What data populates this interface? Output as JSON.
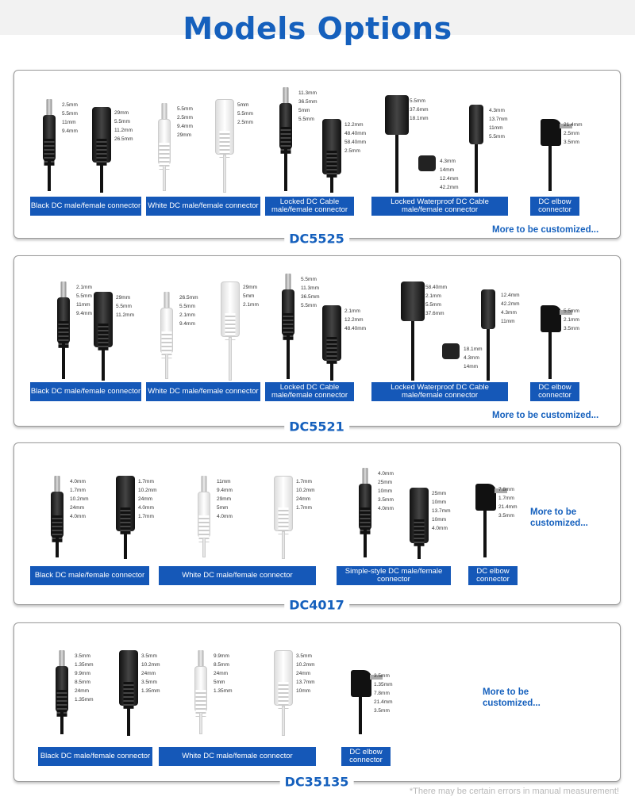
{
  "title": "Models Options",
  "colors": {
    "accent": "#1560bd",
    "label_bg": "#1558b8",
    "border": "#9a9a9a",
    "note": "#b8b8b8"
  },
  "sections": [
    {
      "code": "DC5525",
      "labels": [
        "Black DC male/female connector",
        "White DC male/female connector",
        "Locked DC Cable male/female connector",
        "Locked Waterproof DC Cable male/female connector",
        "DC elbow connector"
      ],
      "more": "More to be customized...",
      "dims": [
        "2.5mm",
        "5.5mm",
        "11mm",
        "9.4mm",
        "29mm",
        "5.5mm",
        "11.2mm",
        "26.5mm",
        "5.5mm",
        "2.5mm",
        "9.4mm",
        "29mm",
        "5mm",
        "5.5mm",
        "2.5mm",
        "11.3mm",
        "36.5mm",
        "5mm",
        "5.5mm",
        "12.2mm",
        "48.40mm",
        "58.40mm",
        "2.5mm",
        "5.5mm",
        "37.6mm",
        "18.1mm",
        "4.3mm",
        "14mm",
        "12.4mm",
        "42.2mm",
        "4.3mm",
        "13.7mm",
        "11mm",
        "5.5mm",
        "21.4mm",
        "2.5mm",
        "3.5mm"
      ]
    },
    {
      "code": "DC5521",
      "labels": [
        "Black DC male/female connector",
        "White DC male/female connector",
        "Locked DC Cable male/female connector",
        "Locked Waterproof DC Cable male/female connector",
        "DC elbow connector"
      ],
      "more": "More to be customized...",
      "dims": [
        "2.1mm",
        "5.5mm",
        "11mm",
        "9.4mm",
        "29mm",
        "5.5mm",
        "11.2mm",
        "26.5mm",
        "5.5mm",
        "2.1mm",
        "9.4mm",
        "29mm",
        "5mm",
        "2.1mm",
        "5.5mm",
        "11.3mm",
        "36.5mm",
        "5.5mm",
        "2.1mm",
        "12.2mm",
        "48.40mm",
        "58.40mm",
        "2.1mm",
        "5.5mm",
        "37.6mm",
        "18.1mm",
        "4.3mm",
        "14mm",
        "12.4mm",
        "42.2mm",
        "4.3mm",
        "11mm",
        "5.5mm",
        "2.1mm",
        "3.5mm"
      ]
    },
    {
      "code": "DC4017",
      "labels": [
        "Black DC male/female connector",
        "White DC male/female connector",
        "Simple-style DC male/female connector",
        "DC elbow connector"
      ],
      "more": "More to be customized...",
      "dims": [
        "4.0mm",
        "1.7mm",
        "10.2mm",
        "24mm",
        "4.0mm",
        "1.7mm",
        "10.2mm",
        "24mm",
        "4.0mm",
        "1.7mm",
        "11mm",
        "9.4mm",
        "29mm",
        "5mm",
        "4.0mm",
        "1.7mm",
        "10.2mm",
        "24mm",
        "1.7mm",
        "4.0mm",
        "25mm",
        "10mm",
        "3.5mm",
        "4.0mm",
        "25mm",
        "10mm",
        "13.7mm",
        "10mm",
        "4.0mm",
        "7.8mm",
        "1.7mm",
        "21.4mm",
        "3.5mm"
      ]
    },
    {
      "code": "DC35135",
      "labels": [
        "Black DC male/female connector",
        "White DC male/female connector",
        "DC elbow connector"
      ],
      "more": "More to be customized...",
      "dims": [
        "3.5mm",
        "1.35mm",
        "9.9mm",
        "8.5mm",
        "24mm",
        "1.35mm",
        "3.5mm",
        "10.2mm",
        "24mm",
        "3.5mm",
        "1.35mm",
        "9.9mm",
        "8.5mm",
        "24mm",
        "5mm",
        "1.35mm",
        "3.5mm",
        "10.2mm",
        "24mm",
        "13.7mm",
        "10mm",
        "3.5mm",
        "1.35mm",
        "7.8mm",
        "21.4mm",
        "3.5mm"
      ]
    }
  ],
  "note": "*There may be certain errors in manual measurement!"
}
